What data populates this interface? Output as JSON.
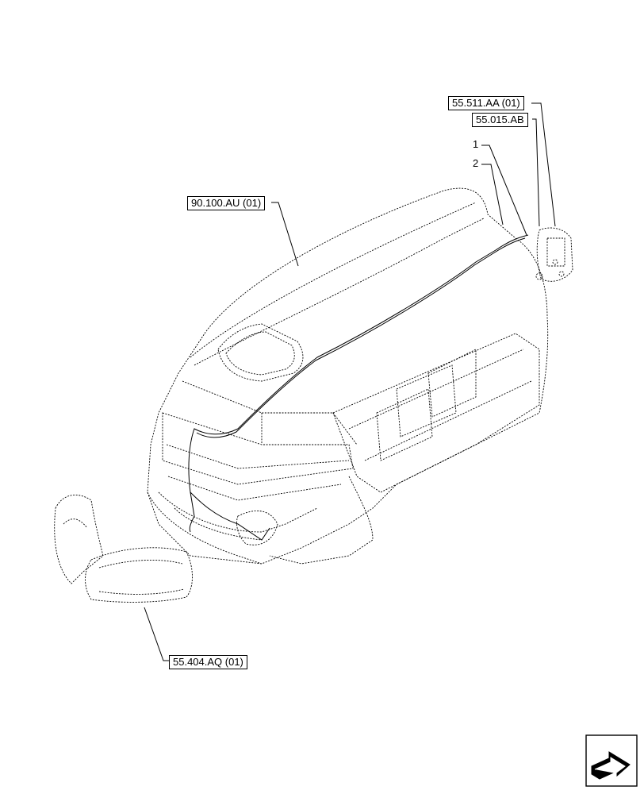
{
  "callouts": {
    "ref_55_511": "55.511.AA (01)",
    "ref_55_015": "55.015.AB",
    "ref_90_100": "90.100.AU (01)",
    "ref_55_404": "55.404.AQ (01)"
  },
  "items": {
    "item_1": "1",
    "item_2": "2"
  },
  "icons": {
    "nav": "next-page-arrow-icon"
  }
}
